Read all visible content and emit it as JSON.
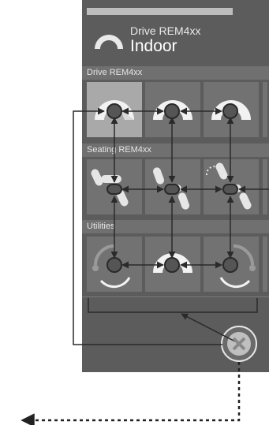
{
  "header": {
    "device_name": "Drive REM4xx",
    "profile_name": "Indoor"
  },
  "sections": [
    {
      "label": "Drive REM4xx"
    },
    {
      "label": "Seating REM4xx"
    },
    {
      "label": "Utilities"
    }
  ],
  "colors": {
    "panel": "#5c5c5c",
    "tile": "#727272",
    "tile_selected": "#a9a9a9",
    "node": "#555555",
    "connector": "#2a2a2a",
    "exit_path": "#222222"
  },
  "icons": {
    "header": "speed-gauge-icon",
    "drive_tiles": [
      "speed-gauge-icon",
      "speed-gauge-icon",
      "speed-gauge-icon"
    ],
    "seating_tiles": [
      "seat-tilt-icon",
      "seat-recline-icon",
      "seat-elevate-icon"
    ],
    "utility_tiles": [
      "utility-dial-icon",
      "utility-dial-icon",
      "utility-dial-icon"
    ],
    "exit": "close-icon"
  }
}
